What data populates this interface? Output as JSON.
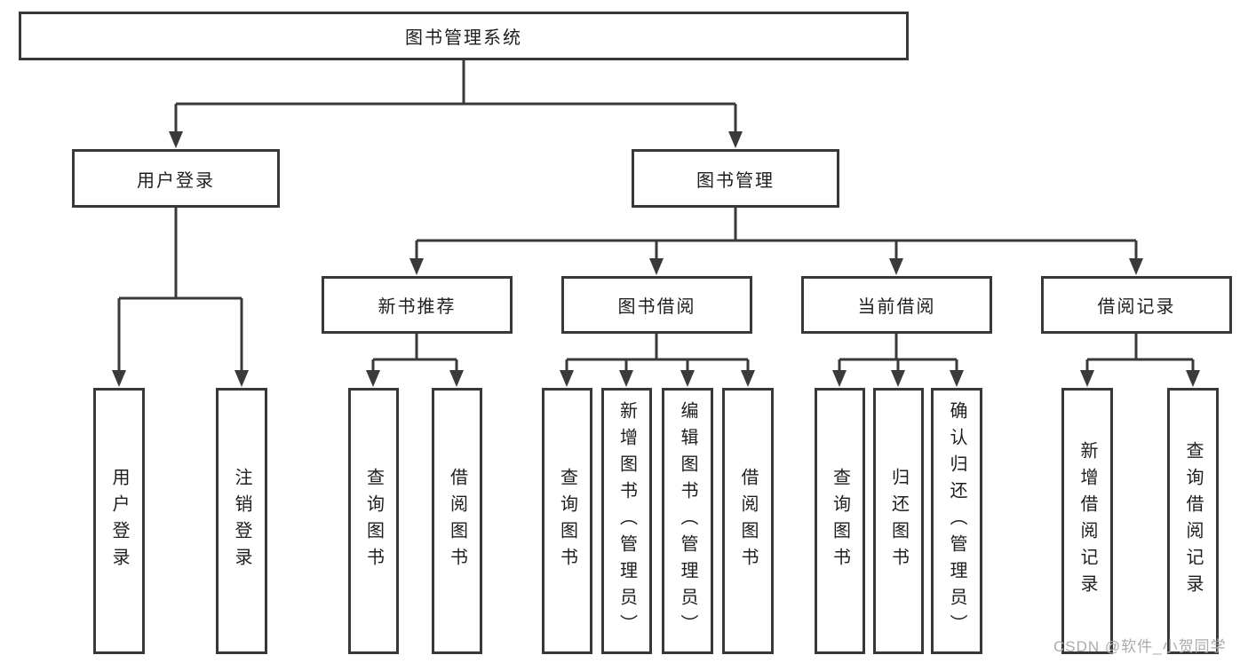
{
  "diagram_type": "functional-structure-tree",
  "colors": {
    "line": "#3a3a3a",
    "box_border": "#383838",
    "box_fill": "#ffffff",
    "text": "#1e1e1e",
    "watermark": "#ababab"
  },
  "tree": {
    "root": {
      "label": "图书管理系统"
    },
    "level2": [
      {
        "label": "用户登录",
        "children": [
          {
            "label": "用户登录"
          },
          {
            "label": "注销登录"
          }
        ]
      },
      {
        "label": "图书管理",
        "children": [
          {
            "label": "新书推荐",
            "children": [
              {
                "label": "查询图书"
              },
              {
                "label": "借阅图书"
              }
            ]
          },
          {
            "label": "图书借阅",
            "children": [
              {
                "label": "查询图书"
              },
              {
                "label": "新增图书（管理员）"
              },
              {
                "label": "编辑图书（管理员）"
              },
              {
                "label": "借阅图书"
              }
            ]
          },
          {
            "label": "当前借阅",
            "children": [
              {
                "label": "查询图书"
              },
              {
                "label": "归还图书"
              },
              {
                "label": "确认归还（管理员）"
              }
            ]
          },
          {
            "label": "借阅记录",
            "children": [
              {
                "label": "新增借阅记录"
              },
              {
                "label": "查询借阅记录"
              }
            ]
          }
        ]
      }
    ]
  },
  "watermark": {
    "text": "CSDN @软件_小贺同学"
  }
}
